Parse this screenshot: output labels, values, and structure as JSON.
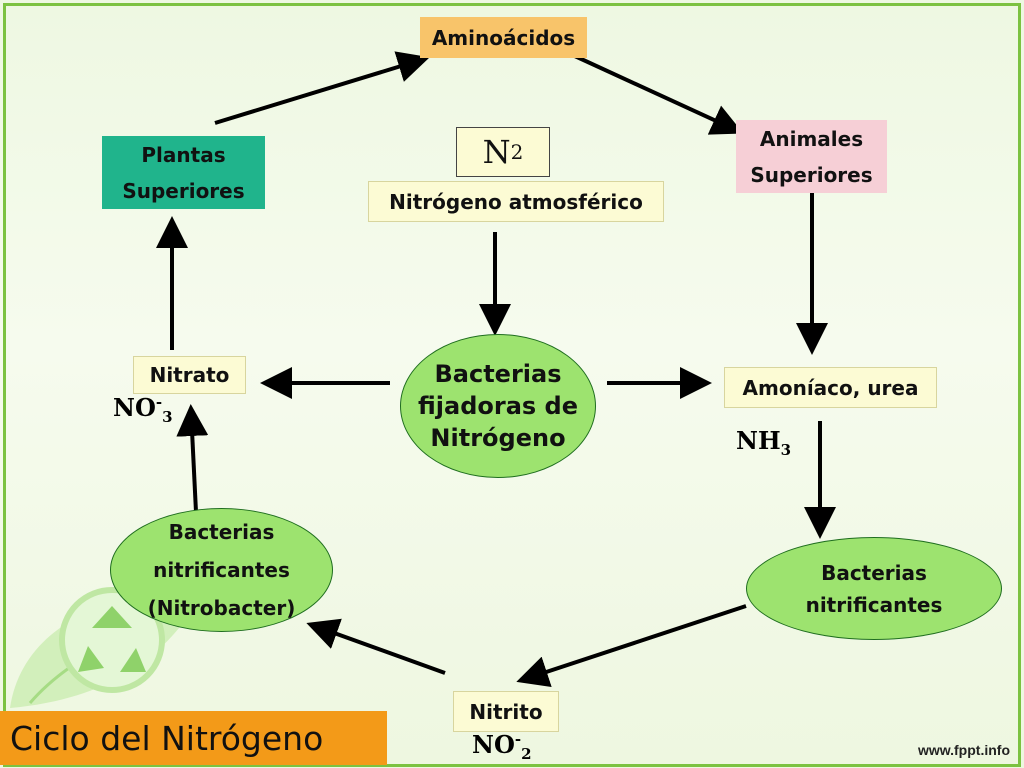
{
  "title": "Ciclo del Nitrógeno",
  "footer_text": "www.fppt.info",
  "colors": {
    "orange": "#f39a18",
    "light_orange": "#f8c46a",
    "teal": "#20b48c",
    "pink": "#f6cfd6",
    "light_yellow": "#fcfbd4",
    "ellipse_green": "#9de36f",
    "border_green": "#7cc241",
    "arrow": "#000000"
  },
  "nodes": {
    "aminoacidos": "Aminoácidos",
    "plantas": [
      "Plantas",
      "Superiores"
    ],
    "animales": [
      "Animales",
      "Superiores"
    ],
    "n2_formula": {
      "main": "N",
      "sub": "2"
    },
    "atmosferico": "Nitrógeno atmosférico",
    "bacterias_fijadoras": [
      "Bacterias",
      "fijadoras de",
      "Nitrógeno"
    ],
    "nitrato": "Nitrato",
    "no3_formula": {
      "main": "NO",
      "sup": "-",
      "sub": "3"
    },
    "amoniaco": "Amoníaco, urea",
    "nh3_formula": {
      "main": "NH",
      "sub": "3"
    },
    "bacterias_nitrobacter": [
      "Bacterias",
      "nitrificantes",
      "(Nitrobacter)"
    ],
    "bacterias_nitrificantes": [
      "Bacterias",
      "nitrificantes"
    ],
    "nitrito": "Nitrito",
    "no2_formula": {
      "main": "NO",
      "sup": "-",
      "sub": "2"
    }
  }
}
